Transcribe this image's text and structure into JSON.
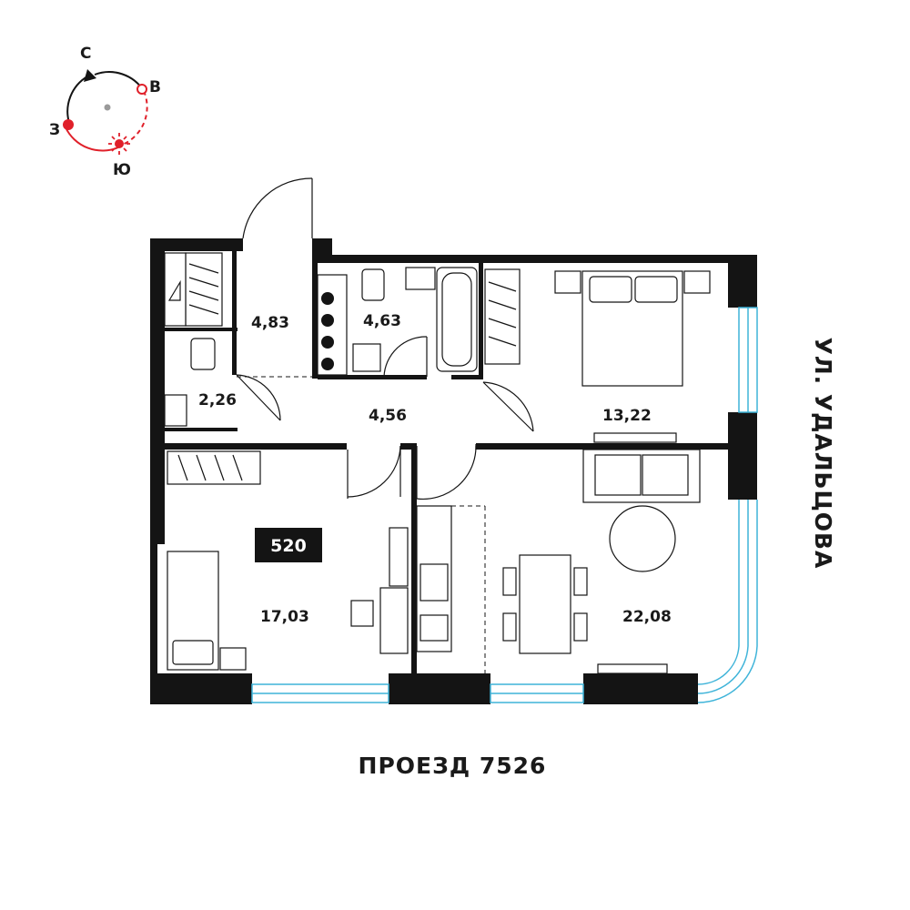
{
  "compass": {
    "north": "С",
    "east": "В",
    "south": "Ю",
    "west": "З",
    "arc_color": "#e0202a"
  },
  "apartment": {
    "number": "520"
  },
  "rooms": [
    {
      "id": "hall-entry",
      "area": "4,83"
    },
    {
      "id": "bathroom",
      "area": "4,63"
    },
    {
      "id": "wc",
      "area": "2,26"
    },
    {
      "id": "corridor",
      "area": "4,56"
    },
    {
      "id": "bedroom-master",
      "area": "13,22"
    },
    {
      "id": "bedroom",
      "area": "17,03"
    },
    {
      "id": "living-kitchen",
      "area": "22,08"
    }
  ],
  "streets": {
    "bottom": "ПРОЕЗД 7526",
    "right": "УЛ. УДАЛЬЦОВА"
  },
  "colors": {
    "wall": "#141414",
    "window": "#3fb4d9",
    "badge": "#141414"
  }
}
